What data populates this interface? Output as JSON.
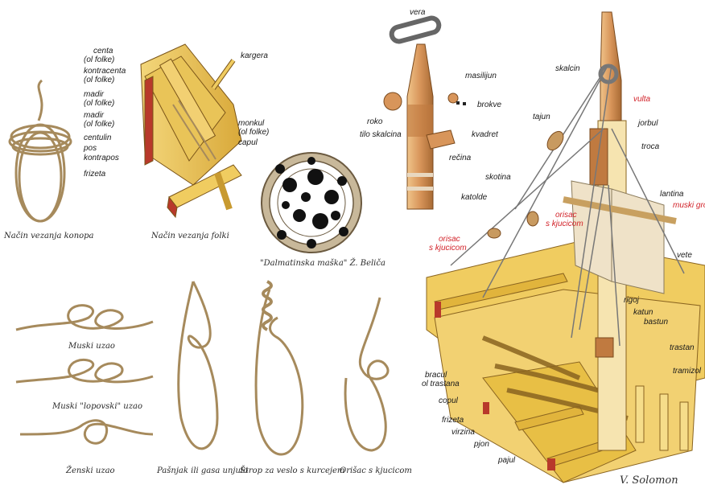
{
  "captions": {
    "nacin_konopa": "Način vezanja konopa",
    "nacin_folki": "Način vezanja folki",
    "dalmatinska": "\"Dalmatinska maška\" Ž. Beliča",
    "muski": "Muski uzao",
    "muski_lopovski": "Muski \"lopovski\" uzao",
    "zenski": "Ženski uzao",
    "pasnjak": "Pašnjak ili gasa unjulo",
    "strop": "Štrop za veslo s kurcejem",
    "orisac": "Orišac s kjucicom"
  },
  "folki_labels": {
    "centa": "centa",
    "ol_folke_1": "(ol folke)",
    "kontracenta": "kontracenta",
    "ol_folke_2": "(ol folke)",
    "madir_1": "madir",
    "ol_folke_3": "(ol folke)",
    "madir_2": "madir",
    "ol_folke_4": "(ol folke)",
    "centulin": "centulin",
    "pos": "pos",
    "kontrapos": "kontrapos",
    "frizeta": "frizeta",
    "kargera": "kargera",
    "monkul": "monkul",
    "ol_folke_5": "(ol folke)",
    "capul": "capul"
  },
  "mast_labels": {
    "vera": "vera",
    "masilijun": "masilijun",
    "brokve": "brokve",
    "roko": "roko",
    "kvadret": "kvadret",
    "tilo_skalcina": "tilo skalcina",
    "recina": "rečina"
  },
  "boat_labels": {
    "skalcin": "skalcin",
    "vulta": "vulta",
    "tajun": "tajun",
    "jorbul": "jorbul",
    "troca": "troca",
    "skotina": "skotina",
    "lantina": "lantina",
    "muski_grop": "muski grop",
    "katolde": "katolde",
    "orisac_1": "orisac",
    "s_kjucicom_1": "s kjucicom",
    "orisac_2": "orisac",
    "s_kjucicom_2": "s kjucicom",
    "vete": "vete",
    "rigoj": "rigoj",
    "katun": "katun",
    "bastun": "bastun",
    "trastan": "trastan",
    "bracul": "bracul",
    "ol_trastana": "ol trastana",
    "tramizol": "tramizol",
    "copul": "copul",
    "frizeta": "frizeta",
    "virzina": "virzina",
    "pjon": "pjon",
    "pajul": "pajul"
  },
  "signature": "V. Solomon",
  "colors": {
    "wood": "#e8bf45",
    "wood_dark": "#b8862a",
    "rope": "#a68a5c",
    "red_band": "#b8392b",
    "red_text": "#d2232a"
  }
}
